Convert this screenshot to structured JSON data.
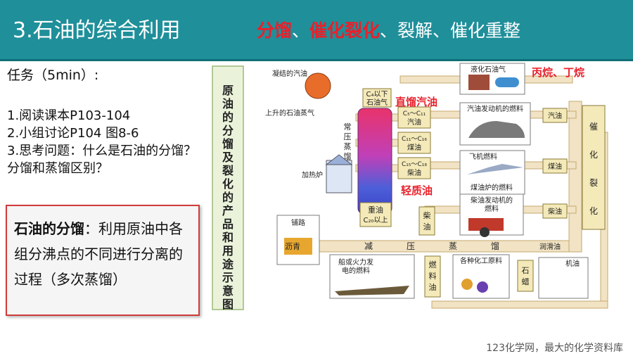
{
  "header": {
    "title": "3.石油的综合利用",
    "heading_part1": "分馏",
    "heading_sep1": "、",
    "heading_part2": "催化裂化",
    "heading_rest": "、裂解、催化重整"
  },
  "task": {
    "title": "任务（5min）:",
    "steps": [
      "1.阅读课本P103-104",
      "2.小组讨论P104 图8-6",
      "3.思考问题：什么是石油的分馏？分馏和蒸馏区别？"
    ]
  },
  "definition": {
    "term": "石油的分馏",
    "text": "：利用原油中各组分沸点的不同进行分离的过程（多次蒸馏）"
  },
  "diagram": {
    "vertical_title": [
      "原",
      "油",
      "的",
      "分",
      "馏",
      "及",
      "裂",
      "化",
      "的",
      "产",
      "品",
      "和",
      "用",
      "途",
      "示",
      "意",
      "图"
    ],
    "condensed_gasoline": "凝结的汽油",
    "rising_vapor": "上升的石油蒸气",
    "heater": "加热炉",
    "tower": [
      "常",
      "压",
      "蒸",
      "馏"
    ],
    "c4_label": "C₄以下",
    "c4_sub": "石油气",
    "frac1_range": "C₅～C₁₁",
    "frac1": "汽油",
    "frac2_range": "C₁₁～C₁₆",
    "frac2": "煤油",
    "frac3_range": "C₁₅～C₁₈",
    "frac3": "柴油",
    "heavy_oil": "重油",
    "heavy_sub": "C₂₀以上",
    "lpg": "液化石油气",
    "car_fuel": "汽油发动机的燃料",
    "plane_fuel": "飞机燃料",
    "stove_fuel": "煤油炉的燃料",
    "diesel_engine": "柴油发动机的",
    "diesel_engine2": "燃料",
    "ship_fuel": "船或火力发",
    "ship_fuel2": "电的燃料",
    "chem": "各种化工原料",
    "machine_oil": "机油",
    "paving": "铺路",
    "asphalt": "沥青",
    "vacuum": [
      "减",
      "压",
      "蒸",
      "馏"
    ],
    "lube": "润滑油",
    "side_diesel": [
      "柴",
      "油"
    ],
    "fuel_oil": [
      "燃",
      "料",
      "油"
    ],
    "paraffin": [
      "石",
      "蜡"
    ],
    "out_gasoline": "汽油",
    "out_kerosene": "煤油",
    "out_diesel": "柴油",
    "cracking": [
      "催",
      "化",
      "裂",
      "化"
    ],
    "ann_propane": "丙烷、丁烷",
    "ann_straight": "直馏汽油",
    "ann_light": "轻质油"
  },
  "footer": "123化学网，最大的化学资料库",
  "colors": {
    "header_bg": "#1f8f9a",
    "accent_red": "#e8202b",
    "pipe": "#f1e3c4",
    "pipe_stroke": "#c7a86f"
  }
}
